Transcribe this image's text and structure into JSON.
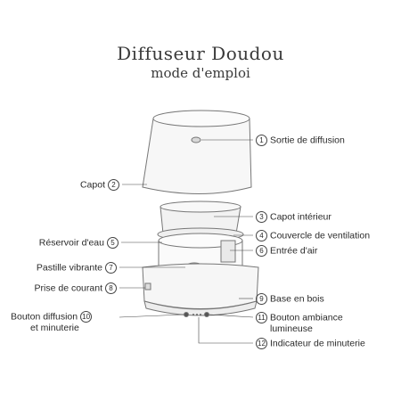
{
  "title": "Diffuseur Doudou",
  "subtitle": "mode d'emploi",
  "parts": [
    {
      "n": "1",
      "label": "Sortie de diffusion"
    },
    {
      "n": "2",
      "label": "Capot"
    },
    {
      "n": "3",
      "label": "Capot intérieur"
    },
    {
      "n": "4",
      "label": "Couvercle de ventilation"
    },
    {
      "n": "5",
      "label": "Réservoir d'eau"
    },
    {
      "n": "6",
      "label": "Entrée d'air"
    },
    {
      "n": "7",
      "label": "Pastille vibrante"
    },
    {
      "n": "8",
      "label": "Prise de courant"
    },
    {
      "n": "9",
      "label": "Base en bois"
    },
    {
      "n": "10",
      "label": "Bouton diffusion",
      "label2": "et minuterie"
    },
    {
      "n": "11",
      "label": "Bouton ambiance",
      "label2": "lumineuse"
    },
    {
      "n": "12",
      "label": "Indicateur de minuterie"
    }
  ]
}
